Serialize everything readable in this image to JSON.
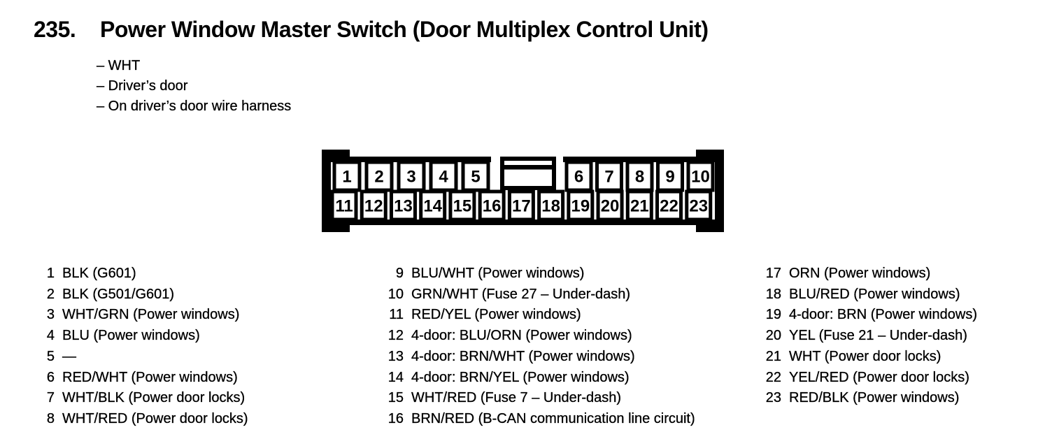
{
  "header": {
    "number": "235.",
    "title": "Power Window Master Switch (Door Multiplex Control Unit)",
    "notes": [
      "– WHT",
      "– Driver’s door",
      "– On driver’s door wire harness"
    ]
  },
  "connector": {
    "top_row_left": [
      "1",
      "2",
      "3",
      "4",
      "5"
    ],
    "top_row_right": [
      "6",
      "7",
      "8",
      "9",
      "10"
    ],
    "bottom_row": [
      "11",
      "12",
      "13",
      "14",
      "15",
      "16",
      "17",
      "18",
      "19",
      "20",
      "21",
      "22",
      "23"
    ]
  },
  "pin_list": {
    "columns": [
      {
        "items": [
          {
            "pin": "1",
            "desc": "BLK (G601)"
          },
          {
            "pin": "2",
            "desc": "BLK (G501/G601)"
          },
          {
            "pin": "3",
            "desc": "WHT/GRN (Power windows)"
          },
          {
            "pin": "4",
            "desc": "BLU (Power windows)"
          },
          {
            "pin": "5",
            "desc": "—"
          },
          {
            "pin": "6",
            "desc": "RED/WHT (Power windows)"
          },
          {
            "pin": "7",
            "desc": "WHT/BLK (Power door locks)"
          },
          {
            "pin": "8",
            "desc": "WHT/RED (Power door locks)"
          }
        ]
      },
      {
        "items": [
          {
            "pin": "9",
            "desc": "BLU/WHT (Power windows)"
          },
          {
            "pin": "10",
            "desc": "GRN/WHT (Fuse 27 – Under-dash)"
          },
          {
            "pin": "11",
            "desc": "RED/YEL (Power windows)"
          },
          {
            "pin": "12",
            "desc": "4-door: BLU/ORN (Power windows)"
          },
          {
            "pin": "13",
            "desc": "4-door: BRN/WHT (Power windows)"
          },
          {
            "pin": "14",
            "desc": "4-door: BRN/YEL (Power windows)"
          },
          {
            "pin": "15",
            "desc": "WHT/RED (Fuse 7 – Under-dash)"
          },
          {
            "pin": "16",
            "desc": "BRN/RED (B-CAN communication line circuit)"
          }
        ]
      },
      {
        "items": [
          {
            "pin": "17",
            "desc": "ORN (Power windows)"
          },
          {
            "pin": "18",
            "desc": "BLU/RED (Power windows)"
          },
          {
            "pin": "19",
            "desc": "4-door: BRN (Power windows)"
          },
          {
            "pin": "20",
            "desc": "YEL (Fuse 21 – Under-dash)"
          },
          {
            "pin": "21",
            "desc": "WHT (Power door locks)"
          },
          {
            "pin": "22",
            "desc": "YEL/RED (Power door locks)"
          },
          {
            "pin": "23",
            "desc": "RED/BLK (Power windows)"
          }
        ]
      }
    ]
  },
  "colors": {
    "ink": "#000000",
    "background": "#ffffff"
  }
}
